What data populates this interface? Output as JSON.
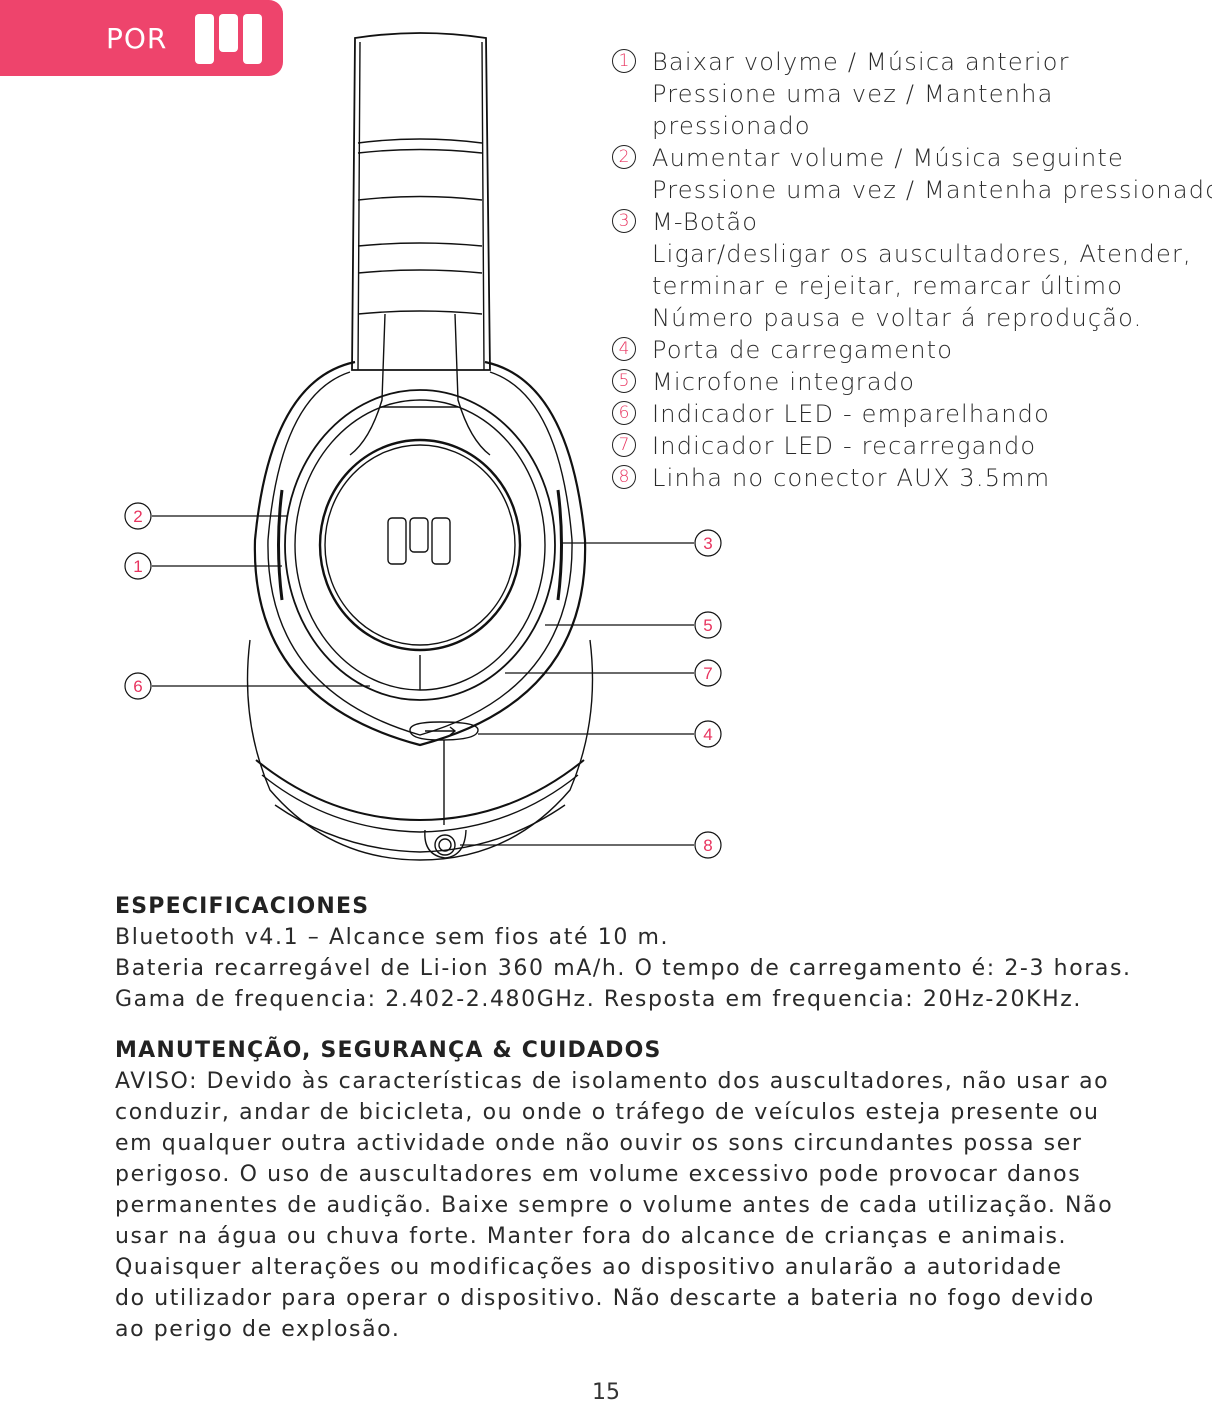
{
  "header": {
    "language_label": "POR",
    "accent_color": "#ee446c",
    "logo_icon": "brand-logo-icon"
  },
  "legend": {
    "number_color": "#e8345f",
    "items": [
      {
        "num": "1",
        "lines": [
          "Baixar volyme / Música anterior",
          "Pressione uma vez / Mantenha",
          "pressionado"
        ]
      },
      {
        "num": "2",
        "lines": [
          "Aumentar volume / Música seguinte",
          "Pressione uma vez / Mantenha pressionado"
        ]
      },
      {
        "num": "3",
        "lines": [
          "M-Botão",
          "Ligar/desligar os auscultadores, Atender,",
          "terminar e rejeitar, remarcar último",
          "Número pausa e voltar á reprodução."
        ]
      },
      {
        "num": "4",
        "lines": [
          "Porta de carregamento"
        ]
      },
      {
        "num": "5",
        "lines": [
          "Microfone integrado"
        ]
      },
      {
        "num": "6",
        "lines": [
          "Indicador LED - emparelhando"
        ]
      },
      {
        "num": "7",
        "lines": [
          "Indicador LED - recarregando"
        ]
      },
      {
        "num": "8",
        "lines": [
          "Linha no conector AUX 3.5mm"
        ]
      }
    ]
  },
  "diagram": {
    "callouts_left": [
      "2",
      "1",
      "6"
    ],
    "callouts_right": [
      "3",
      "5",
      "7",
      "4",
      "8"
    ]
  },
  "specs": {
    "title": "ESPECIFICACIONES",
    "lines": [
      "Bluetooth v4.1 – Alcance sem fios até 10 m.",
      "Bateria recarregável de Li-ion 360 mA/h. O tempo de carregamento é: 2-3 horas.",
      "Gama de frequencia: 2.402-2.480GHz. Resposta em frequencia: 20Hz-20KHz."
    ]
  },
  "care": {
    "title": "MANUTENÇÃO, SEGURANÇA & CUIDADOS",
    "lines": [
      "AVISO: Devido às características de isolamento dos auscultadores, não usar ao",
      "conduzir, andar de bicicleta, ou onde o tráfego de veículos esteja presente ou",
      "em qualquer outra actividade onde não ouvir os sons circundantes possa ser",
      "perigoso. O uso de auscultadores em volume excessivo pode provocar danos",
      "permanentes de audição. Baixe sempre o volume antes de cada utilização. Não",
      "usar na água ou chuva forte. Manter fora do alcance de crianças e animais.",
      "Quaisquer alterações ou modificações ao dispositivo anularão a autoridade",
      "do utilizador para operar o dispositivo. Não descarte a bateria no fogo devido",
      "ao perigo de explosão."
    ]
  },
  "footer": {
    "page_number": "15"
  }
}
